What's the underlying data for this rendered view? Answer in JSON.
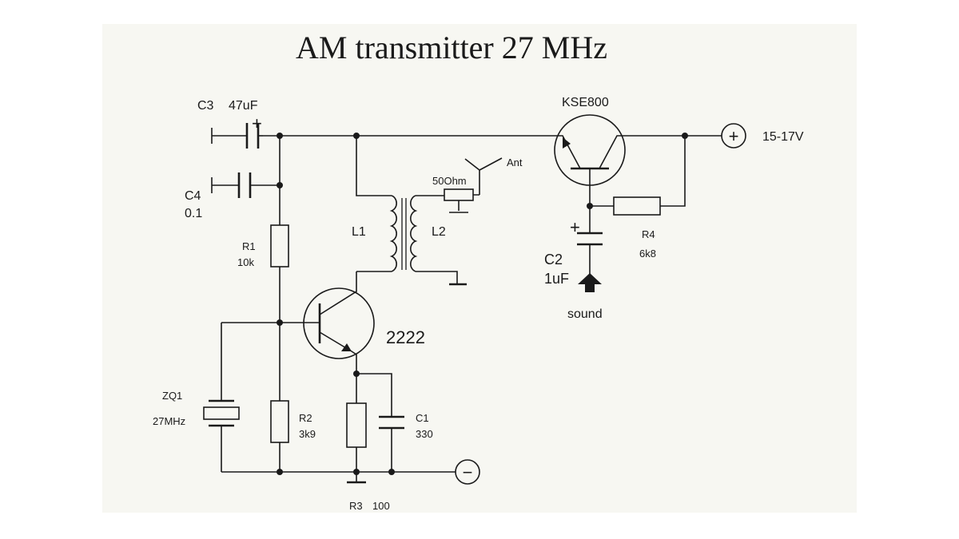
{
  "title": "AM transmitter 27 MHz",
  "components": {
    "c3": {
      "ref": "C3",
      "value": "47uF",
      "polarity": "+"
    },
    "c4": {
      "ref": "C4",
      "value": "0.1"
    },
    "r1": {
      "ref": "R1",
      "value": "10k"
    },
    "r2": {
      "ref": "R2",
      "value": "3k9"
    },
    "r3": {
      "ref": "R3",
      "value": "100"
    },
    "r4": {
      "ref": "R4",
      "value": "6k8"
    },
    "c1": {
      "ref": "C1",
      "value": "330"
    },
    "c2": {
      "ref": "C2",
      "value": "1uF",
      "polarity": "+"
    },
    "zq1": {
      "ref": "ZQ1",
      "value": "27MHz"
    },
    "l1": {
      "ref": "L1"
    },
    "l2": {
      "ref": "L2"
    },
    "q1": {
      "ref": "2222"
    },
    "q2": {
      "ref": "KSE800"
    },
    "load": {
      "value": "50Ohm"
    },
    "antenna": {
      "ref": "Ant"
    }
  },
  "terminals": {
    "positive": {
      "symbol": "+",
      "label": "15-17V"
    },
    "negative": {
      "symbol": "−"
    },
    "input": {
      "label": "sound"
    }
  }
}
